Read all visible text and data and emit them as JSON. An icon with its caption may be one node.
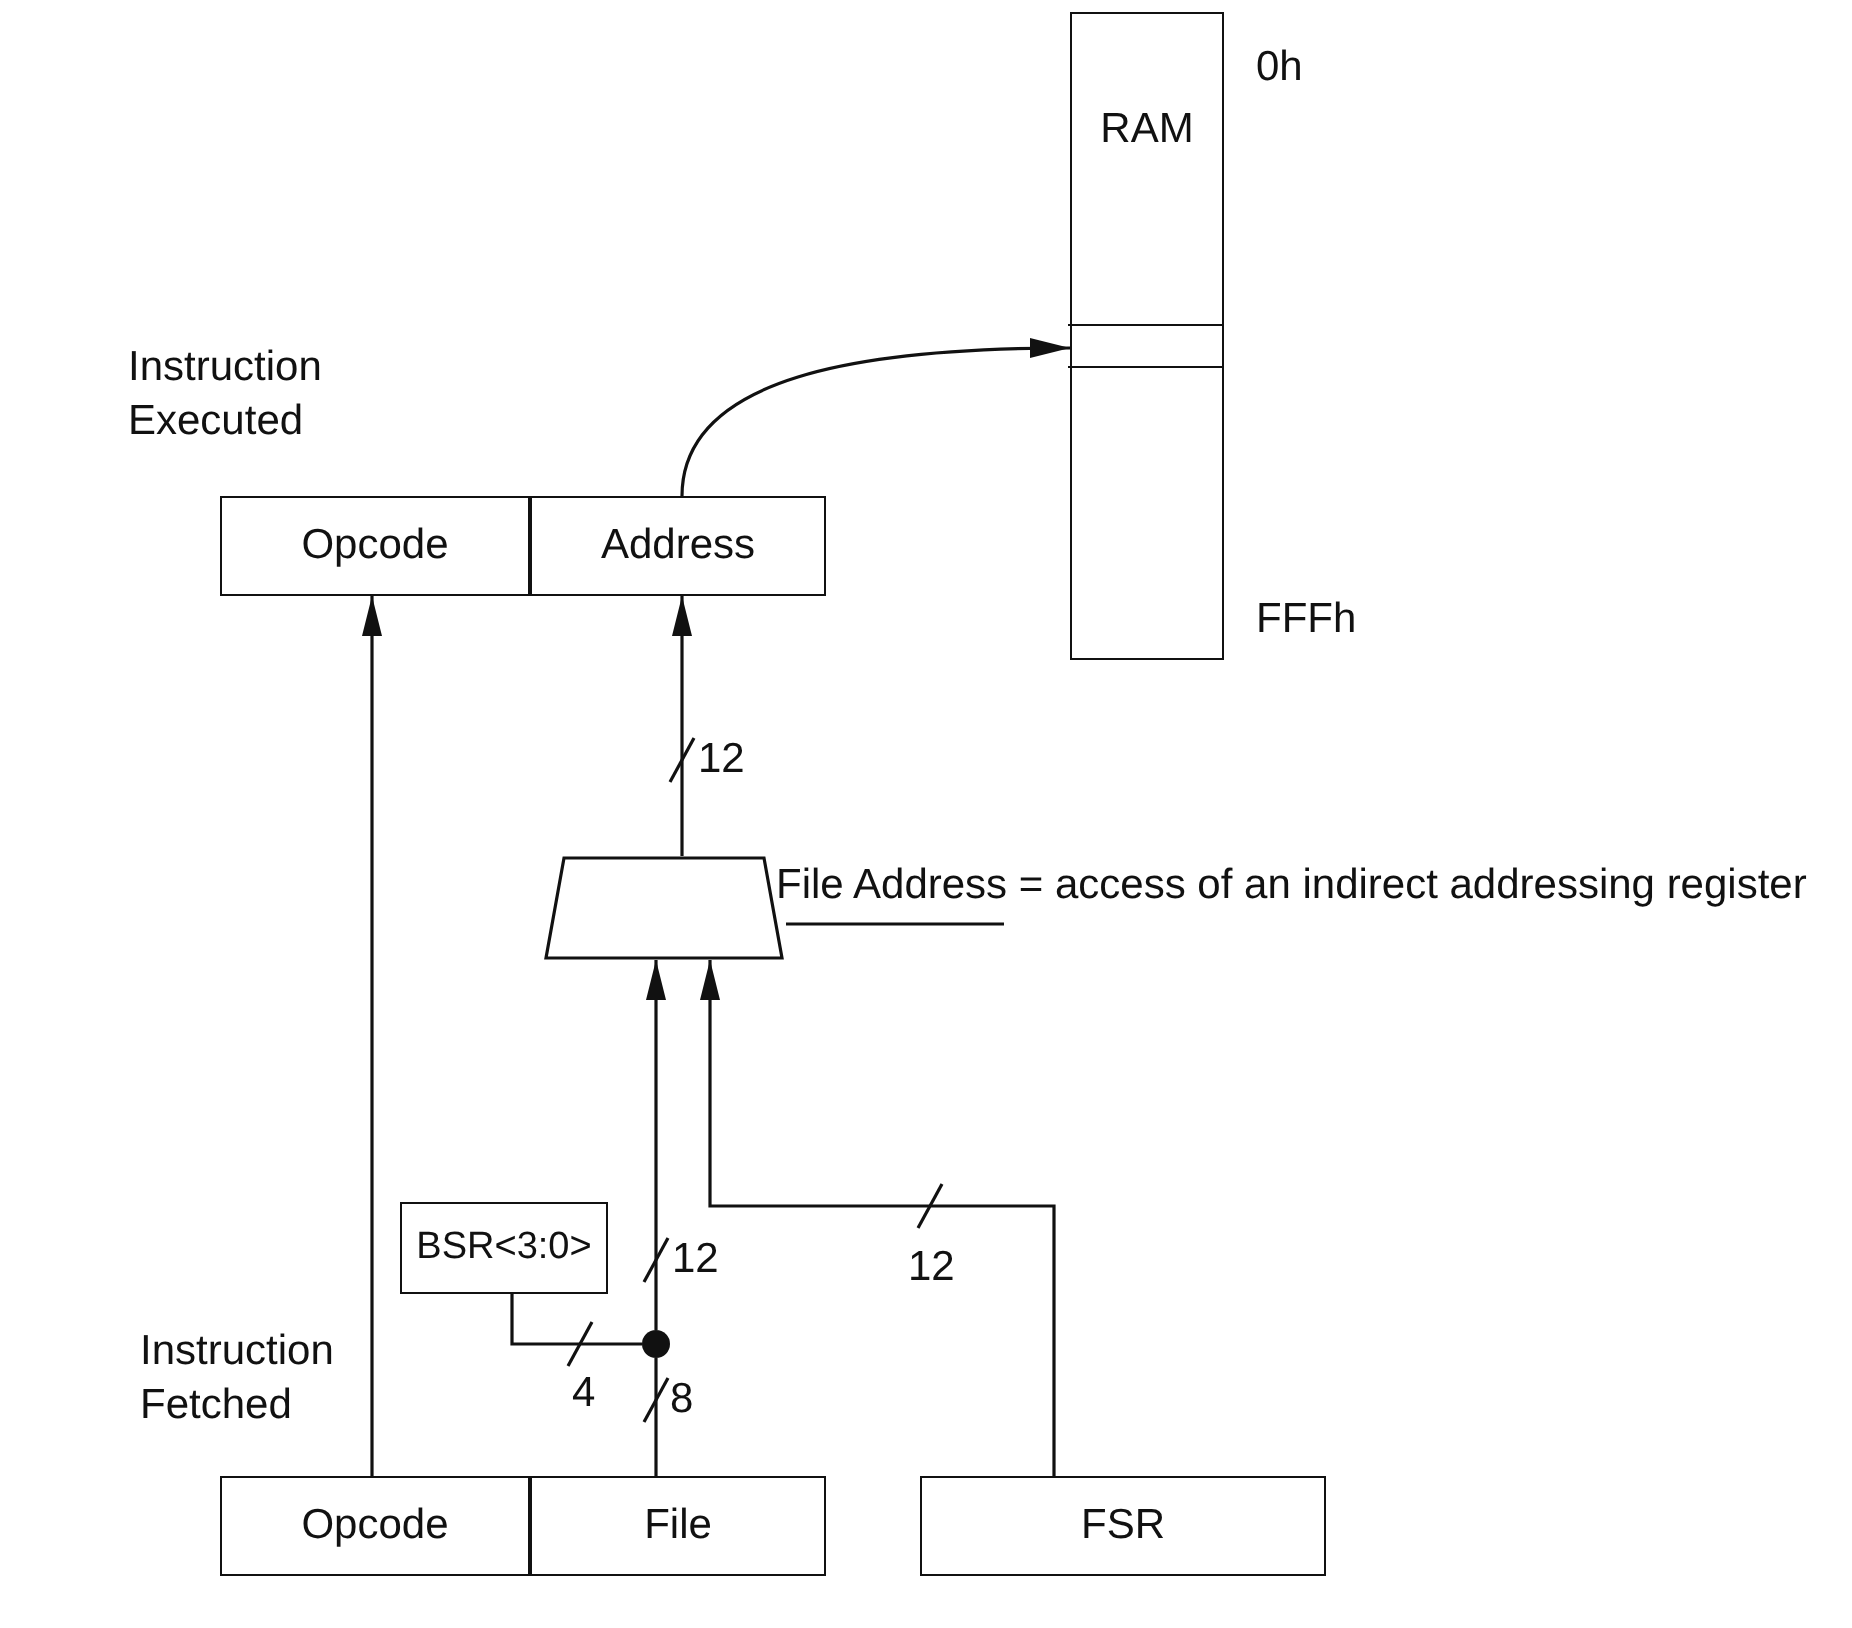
{
  "diagram": {
    "nodes": [
      {
        "text": [
          "RAM"
        ],
        "beside": [
          "0h",
          "FFFh"
        ]
      },
      {
        "text": [],
        "shape": "box",
        "in": 0
      },
      {
        "text": [
          "Opcode"
        ]
      },
      {
        "text": [
          "Address"
        ]
      },
      {
        "text": [],
        "shape": "trapezoid"
      },
      {
        "text": [
          "File Address = access of an indirect addressing register"
        ]
      },
      {
        "text": [
          "BSR<3:0>"
        ]
      },
      {
        "text": [],
        "shape": "circle"
      },
      {
        "text": [
          "Opcode"
        ]
      },
      {
        "text": [
          "File"
        ]
      },
      {
        "text": [
          "FSR"
        ]
      }
    ],
    "edges": [
      {
        "from": 3,
        "to": 1,
        "arrow": "to"
      },
      {
        "from": 4,
        "to": 3,
        "arrow": "to",
        "label": "12"
      },
      {
        "from": 8,
        "to": 2,
        "arrow": "to"
      },
      {
        "from": 7,
        "to": 4,
        "arrow": "to",
        "label": "12"
      },
      {
        "from": 10,
        "to": 4,
        "arrow": "to",
        "label": "12"
      },
      {
        "from": 6,
        "to": 7,
        "arrow": "none",
        "label": "4"
      },
      {
        "from": 9,
        "to": 7,
        "arrow": "none",
        "label": "8"
      },
      {
        "from": 5,
        "to": 4,
        "arrow": "none"
      }
    ],
    "labels": [
      "Instruction Executed",
      "Instruction Fetched"
    ]
  }
}
